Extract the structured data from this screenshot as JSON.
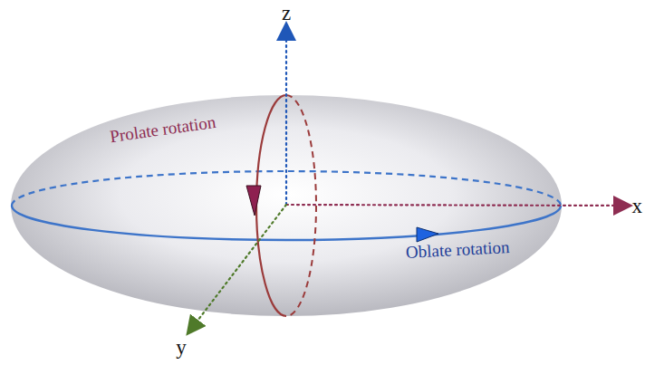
{
  "diagram": {
    "labels": [
      "z",
      "x",
      "y",
      "Prolate rotation",
      "Oblate rotation"
    ]
  }
}
